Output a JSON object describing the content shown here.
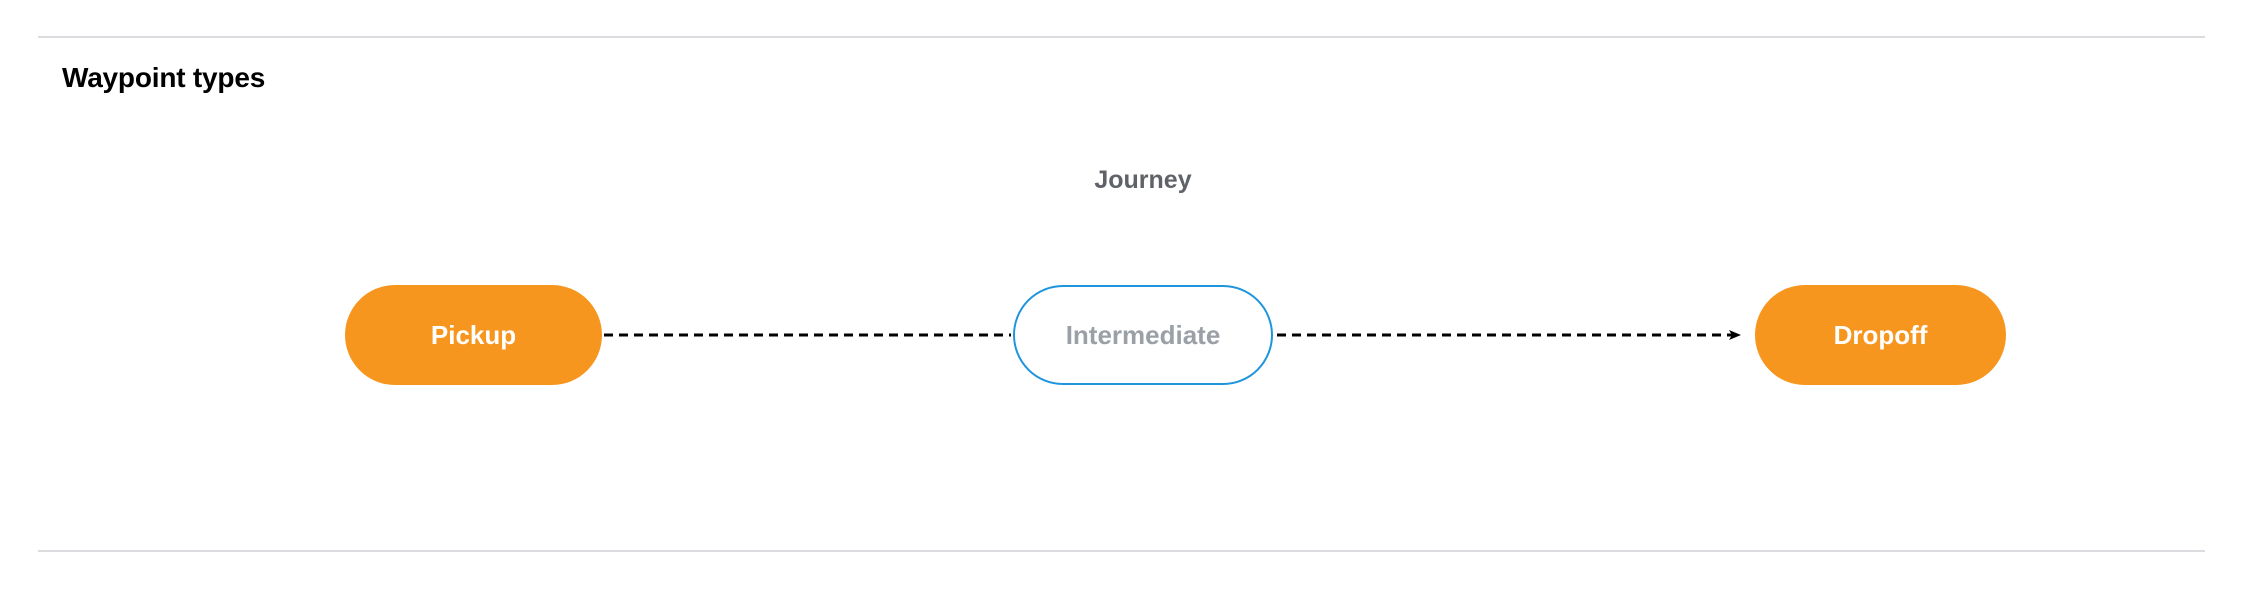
{
  "section": {
    "title": "Waypoint types"
  },
  "diagram": {
    "type": "flow",
    "group_label": "Journey",
    "nodes": [
      {
        "id": "pickup",
        "label": "Pickup",
        "style": "filled-orange"
      },
      {
        "id": "intermediate",
        "label": "Intermediate",
        "style": "outlined-blue"
      },
      {
        "id": "dropoff",
        "label": "Dropoff",
        "style": "filled-orange"
      }
    ],
    "edges": [
      {
        "from": "pickup",
        "to": "intermediate",
        "style": "dashed",
        "arrowhead": false
      },
      {
        "from": "intermediate",
        "to": "dropoff",
        "style": "dashed",
        "arrowhead": true
      }
    ],
    "colors": {
      "node_fill_orange": "#f6961e",
      "node_border_blue": "#1e95dc",
      "node_label_light": "#9aa0a6",
      "node_label_white": "#ffffff",
      "group_label": "#5f6368",
      "edge": "#000000",
      "divider": "#dadce0"
    }
  }
}
